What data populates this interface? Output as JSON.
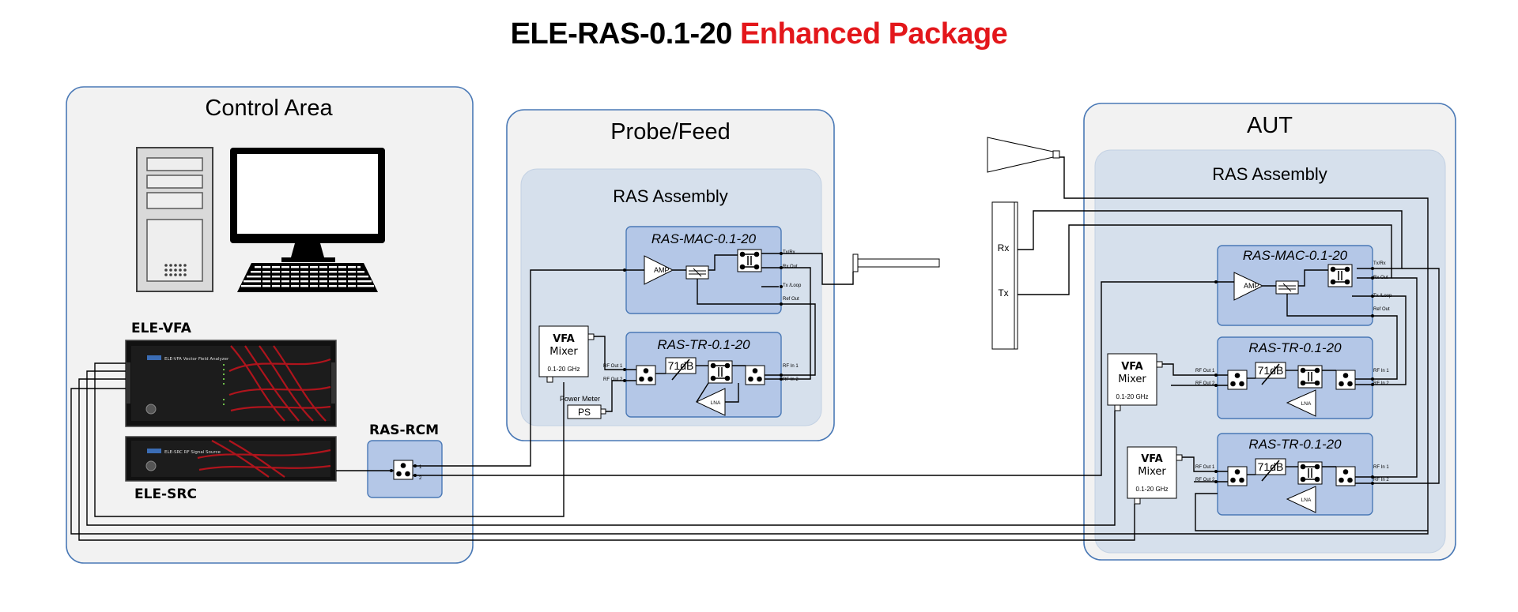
{
  "title": {
    "main": "ELE-RAS-0.1-20",
    "accent": "Enhanced Package"
  },
  "colors": {
    "accent": "#e3171b",
    "area_fill": "#f2f2f2",
    "area_border": "#4a79b6",
    "assembly_fill": "#d6e0ec",
    "module_fill": "#b4c7e7",
    "module_border": "#4a79b6",
    "wire": "#000000"
  },
  "control_area": {
    "label": "Control Area",
    "vfa": {
      "label": "ELE-VFA",
      "panel_text": "ELE-VFA Vector Field Analyzer"
    },
    "src": {
      "label": "ELE-SRC",
      "panel_text": "ELE-SRC RF Signal Source"
    },
    "rcm": {
      "label": "RAS-RCM",
      "port1": "1",
      "port2": "2"
    }
  },
  "probe_feed": {
    "label": "Probe/Feed",
    "assembly": "RAS Assembly",
    "mac": {
      "label": "RAS-MAC-0.1-20",
      "amp": "AMP",
      "ports": [
        "Tx/Rx",
        "Rx Out",
        "Tx /Loop",
        "Ref Out"
      ]
    },
    "tr": {
      "label": "RAS-TR-0.1-20",
      "atten": "71dB",
      "lna": "LNA",
      "in_ports": [
        "RF In 1",
        "RF In 2"
      ],
      "out_ports": [
        "RF Out 1",
        "RF Out 2"
      ]
    },
    "mixer": {
      "title": "VFA",
      "subtitle": "Mixer",
      "range": "0.1-20 GHz"
    },
    "power_meter": {
      "label": "Power Meter",
      "box": "PS"
    }
  },
  "antenna": {
    "rx": "Rx",
    "tx": "Tx"
  },
  "aut": {
    "label": "AUT",
    "assembly": "RAS Assembly",
    "mac": {
      "label": "RAS-MAC-0.1-20",
      "amp": "AMP",
      "ports": [
        "Tx/Rx",
        "Rx Out",
        "Tx /Loop",
        "Ref Out"
      ]
    },
    "tr1": {
      "label": "RAS-TR-0.1-20",
      "atten": "71dB",
      "lna": "LNA",
      "in_ports": [
        "RF In 1",
        "RF In 2"
      ],
      "out_ports": [
        "RF Out 1",
        "RF Out 2"
      ]
    },
    "tr2": {
      "label": "RAS-TR-0.1-20",
      "atten": "71dB",
      "lna": "LNA",
      "in_ports": [
        "RF In 1",
        "RF In 2"
      ],
      "out_ports": [
        "RF Out 1",
        "RF Out 2"
      ]
    },
    "mixer1": {
      "title": "VFA",
      "subtitle": "Mixer",
      "range": "0.1-20 GHz"
    },
    "mixer2": {
      "title": "VFA",
      "subtitle": "Mixer",
      "range": "0.1-20 GHz"
    }
  }
}
